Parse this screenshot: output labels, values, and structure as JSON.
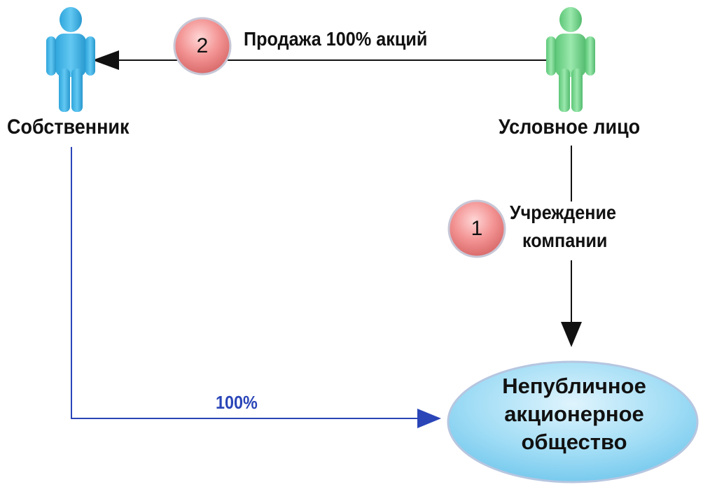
{
  "actors": {
    "owner": {
      "label": "Собственник",
      "color": "#3bb4e6"
    },
    "nominee": {
      "label": "Условное лицо",
      "color": "#74d68a"
    }
  },
  "steps": [
    {
      "number": "2",
      "label": "Продажа 100%  акций"
    },
    {
      "number": "1",
      "label_lines": [
        "Учреждение",
        "компании"
      ]
    }
  ],
  "ownership": {
    "label": "100%",
    "color": "#2a45b8"
  },
  "company": {
    "label_lines": [
      "Непубличное",
      "акционерное",
      "общество"
    ],
    "color": "#8fd6f2"
  },
  "step_badge_color": "#f08a8a"
}
